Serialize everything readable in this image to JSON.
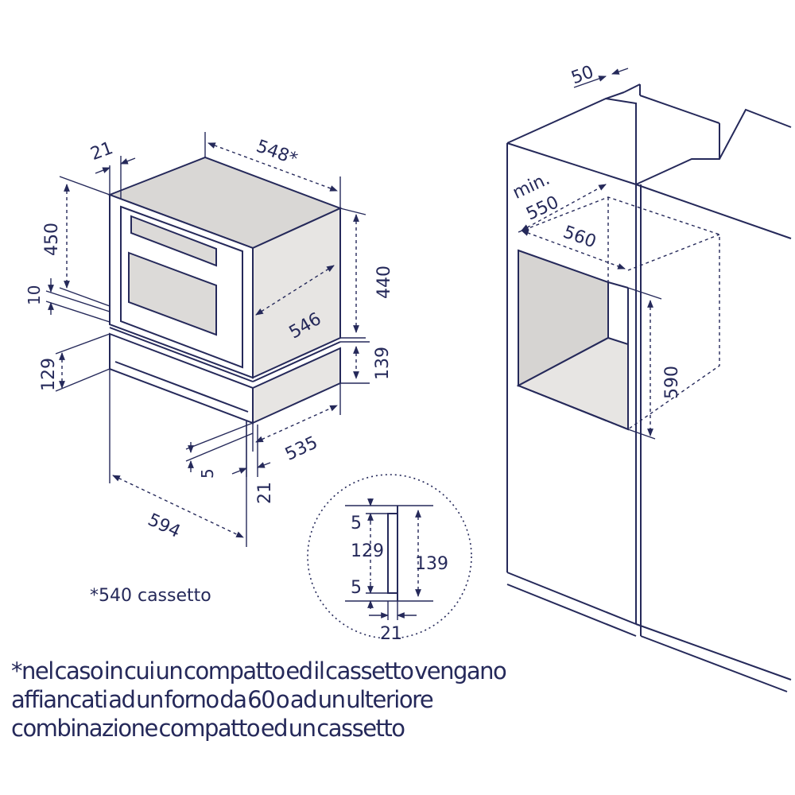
{
  "dimensions": {
    "front_panel_depth": "21",
    "depth_top": "548*",
    "compact_height": "450",
    "gap_top": "10",
    "drawer_height": "129",
    "side_height": "440",
    "inner_depth": "546",
    "drawer_side_height": "139",
    "bottom_depth": "535",
    "bottom_offset": "5",
    "drawer_panel_depth": "21",
    "overall_width": "594",
    "niche_top_depth": "50",
    "niche_min_label": "min.",
    "niche_min_depth": "550",
    "niche_width": "560",
    "niche_height": "590"
  },
  "detail": {
    "gap_top": "5",
    "drawer_height": "129",
    "gap_bottom": "5",
    "total_height": "139",
    "thickness": "21"
  },
  "notes": {
    "drawer_depth": "*540 cassetto",
    "footnote_lines": [
      "*nel caso in cui un compatto ed il cassetto vengano",
      "affiancati ad un forno da 60 o ad un ulteriore",
      "combinazione compatto ed un cassetto"
    ]
  }
}
